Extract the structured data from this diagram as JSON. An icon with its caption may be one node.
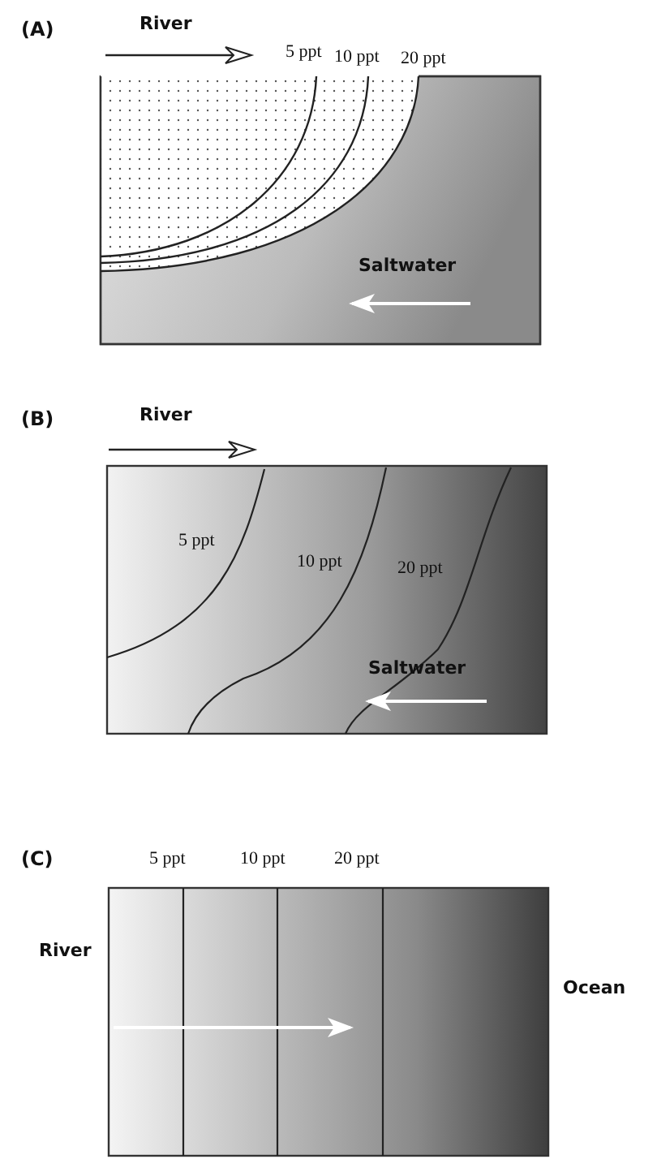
{
  "diagram": {
    "labels": [
      "(A)",
      "River",
      "5 ppt",
      "10 ppt",
      "20 ppt",
      "Saltwater",
      "(B)",
      "River",
      "5 ppt",
      "10 ppt",
      "20 ppt",
      "Saltwater",
      "(C)",
      "5 ppt",
      "10 ppt",
      "20 ppt",
      "River",
      "Ocean"
    ]
  }
}
